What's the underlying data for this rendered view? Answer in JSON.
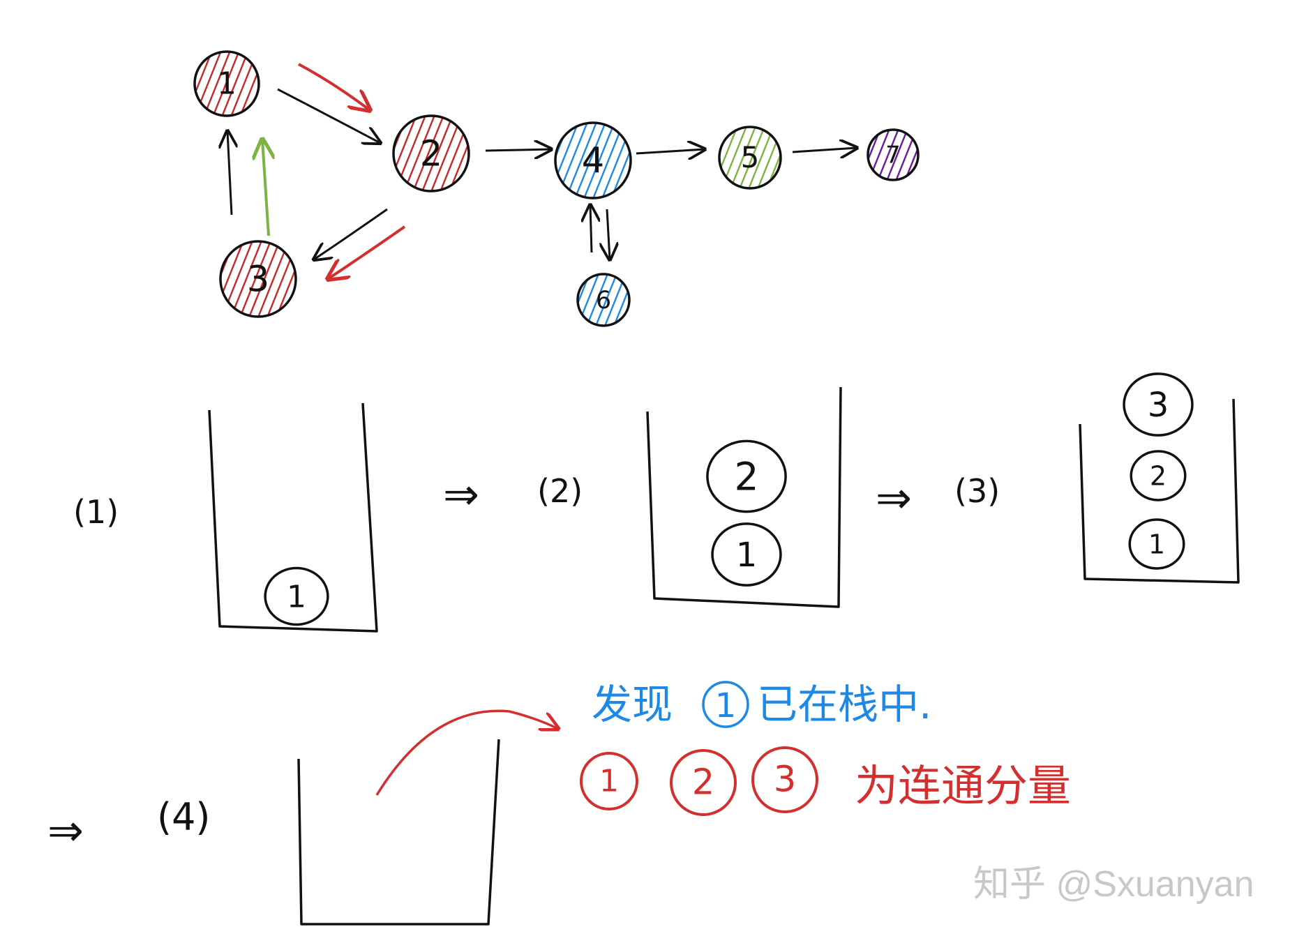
{
  "graph": {
    "nodes": [
      {
        "id": "1",
        "label": "1",
        "color": "#c62828",
        "hatch": "#c62828"
      },
      {
        "id": "2",
        "label": "2",
        "color": "#c62828",
        "hatch": "#c62828"
      },
      {
        "id": "3",
        "label": "3",
        "color": "#c62828",
        "hatch": "#c62828"
      },
      {
        "id": "4",
        "label": "4",
        "color": "#1e88e5",
        "hatch": "#1e88e5"
      },
      {
        "id": "5",
        "label": "5",
        "color": "#7cb342",
        "hatch": "#7cb342"
      },
      {
        "id": "6",
        "label": "6",
        "color": "#1e88e5",
        "hatch": "#1e88e5"
      },
      {
        "id": "7",
        "label": "7",
        "color": "#6a1b9a",
        "hatch": "#6a1b9a"
      }
    ],
    "edges": [
      {
        "from": "1",
        "to": "2"
      },
      {
        "from": "2",
        "to": "3"
      },
      {
        "from": "3",
        "to": "1"
      },
      {
        "from": "2",
        "to": "4"
      },
      {
        "from": "4",
        "to": "5"
      },
      {
        "from": "5",
        "to": "7"
      },
      {
        "from": "4",
        "to": "6"
      },
      {
        "from": "6",
        "to": "4"
      }
    ],
    "traversal_colors": {
      "dfs_path": "#d32f2f",
      "back_edge": "#7cb342"
    }
  },
  "steps": [
    {
      "label": "(1)",
      "stack": [
        "1"
      ]
    },
    {
      "label": "(2)",
      "stack": [
        "1",
        "2"
      ]
    },
    {
      "label": "(3)",
      "stack": [
        "1",
        "2",
        "3"
      ]
    },
    {
      "label": "(4)",
      "stack": []
    }
  ],
  "arrow_symbol": "⇒",
  "notes": {
    "found_text": "发现",
    "found_node": "1",
    "found_suffix": "已在栈中.",
    "found_color": "#1e88e5",
    "scc_nodes": [
      "1",
      "2",
      "3"
    ],
    "scc_suffix": "为连通分量",
    "scc_color": "#d32f2f"
  },
  "watermark": "知乎 @Sxuanyan"
}
